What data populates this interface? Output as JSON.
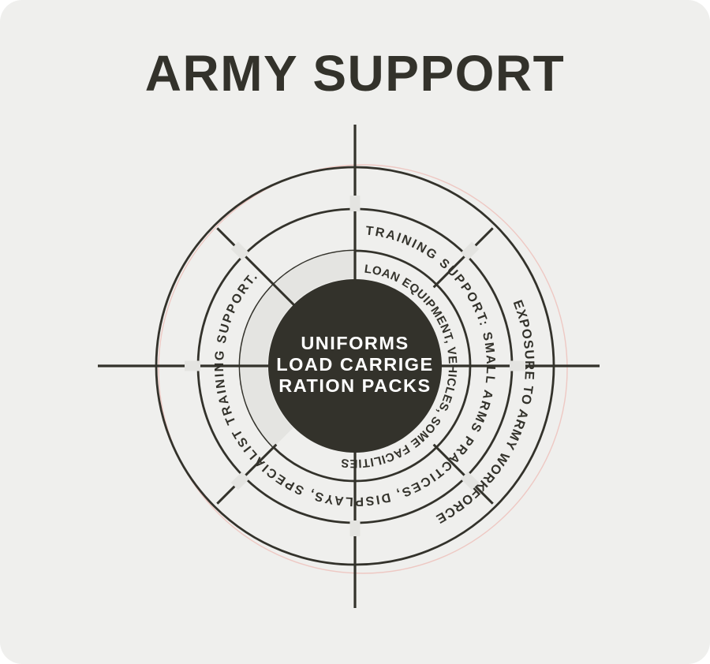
{
  "title": "ARMY SUPPORT",
  "diagram": {
    "center_circle": {
      "line1": "UNIFORMS",
      "line2": "LOAD CARRIGE",
      "line3": "RATION PACKS"
    },
    "rings": {
      "inner_label": "LOAN EQUIPMENT, VEHICLES, SOME FACILITIES",
      "middle_label": "TRAINING SUPPORT: SMALL ARMS PRACTICES, DISPLAYS, SPECIALIST TRAINING SUPPORT.",
      "outer_label": "EXPOSURE TO ARMY WORKFORCE"
    },
    "colors": {
      "ink": "#33322b",
      "card_bg": "#efefed",
      "ring_gray": "#e4e4e1",
      "ring_white": "#ffffff",
      "accent_pink": "#eec8c3",
      "center_text": "#ffffff"
    }
  }
}
